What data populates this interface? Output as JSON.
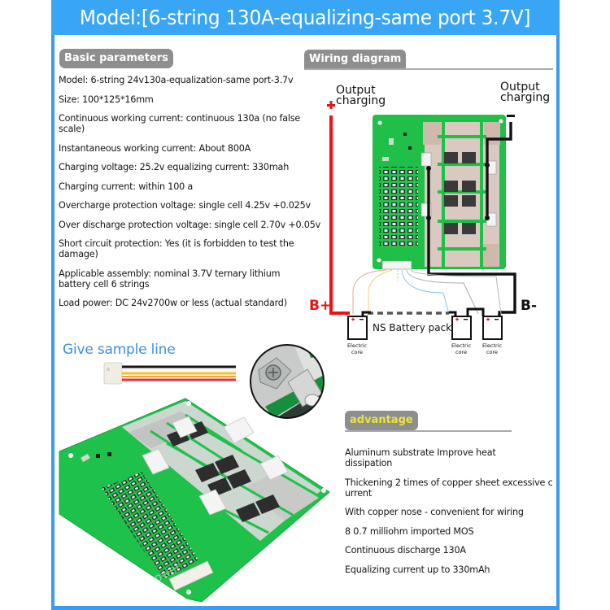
{
  "title": "Model:[6-string 130A-equalizing-same port 3.7V]",
  "sections": {
    "basic_parameters": {
      "label": "Basic parameters",
      "items": [
        "Model: 6-string 24v130a-equalization-same port-3.7v",
        "Size: 100*125*16mm",
        "Continuous working current: continuous 130a (no false scale)",
        "Instantaneous working current: About 800A",
        "Charging voltage: 25.2v equalizing current: 330mah",
        "Charging current: within 100 a",
        "Overcharge protection voltage: single cell 4.25v +0.025v",
        "Over discharge protection voltage: single cell 2.70v +0.05v",
        "Short circuit protection: Yes (it is forbidden to test the damage)",
        "Applicable assembly: nominal 3.7V ternary lithium battery cell 6 strings",
        "Load power: DC 24v2700w or less (actual standard)"
      ]
    },
    "wiring_diagram": {
      "label": "Wiring diagram",
      "output_left": "Output charging",
      "output_left_sign": "+",
      "output_right": "Output charging",
      "output_right_sign": "-",
      "b_plus": "B+",
      "b_minus": "B-",
      "pack_label": "NS Battery pack",
      "cell_label_line1": "Electric",
      "cell_label_line2": "core",
      "cell_plus": "+",
      "cell_minus": "-"
    },
    "sample_line": {
      "label": "Give sample line"
    },
    "advantage": {
      "label": "advantage",
      "items": [
        "Aluminum substrate Improve heat dissipation",
        "Thickening 2 times of copper sheet excessive current",
        "With copper nose - convenient for wiring",
        "8 0.7 milliohm imported MOS",
        "Continuous discharge 130A",
        "Equalizing current up to 330mAh"
      ]
    }
  },
  "colors": {
    "brand_blue": "#39a6f5",
    "frame_blue": "#3a9bf0",
    "tag_gray": "#8e8e8e",
    "advantage_yellow": "#e8e63a",
    "positive_red": "#ee1111",
    "pcb_green": "#1ec24a"
  }
}
